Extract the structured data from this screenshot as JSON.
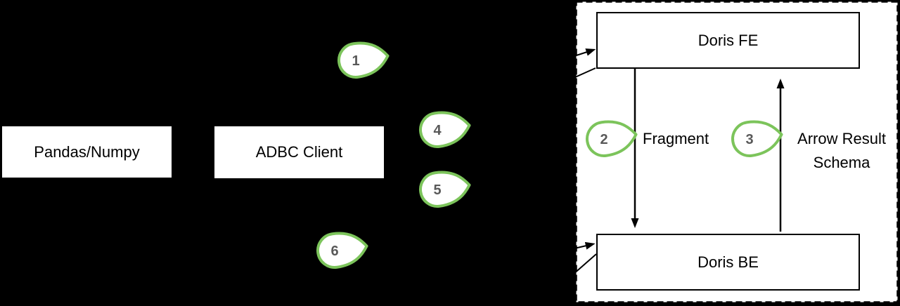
{
  "diagram": {
    "background": "#000000",
    "colors": {
      "box_fill": "#ffffff",
      "box_border": "#000000",
      "line": "#000000",
      "marker_green": "#7cc45b",
      "marker_number_gray": "#595959",
      "cluster_fill": "#ffffff"
    },
    "nodes": {
      "pandas": {
        "label": "Pandas/Numpy"
      },
      "adbc": {
        "label": "ADBC Client"
      },
      "doris_fe": {
        "label": "Doris FE"
      },
      "doris_be": {
        "label": "Doris BE"
      }
    },
    "edges": {
      "fragment": {
        "label": "Fragment"
      },
      "arrow_result": {
        "label_line1": "Arrow Result",
        "label_line2": "Schema"
      }
    },
    "markers": [
      {
        "n": "1"
      },
      {
        "n": "2"
      },
      {
        "n": "3"
      },
      {
        "n": "4"
      },
      {
        "n": "5"
      },
      {
        "n": "6"
      }
    ]
  }
}
